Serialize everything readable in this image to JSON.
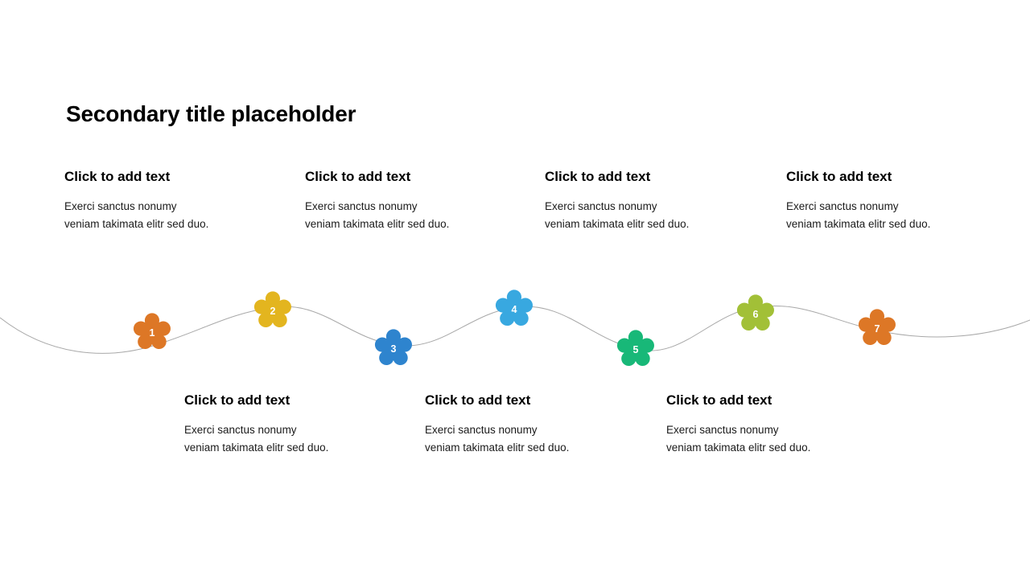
{
  "slide": {
    "title": "Secondary title placeholder",
    "background_color": "#ffffff",
    "title_color": "#000000"
  },
  "wave": {
    "line_color": "#a8a8a8",
    "line_width": 1
  },
  "top_blocks": [
    {
      "heading": "Click to add text",
      "body": "Exerci sanctus nonumy\nveniam takimata elitr sed duo."
    },
    {
      "heading": "Click to add text",
      "body": "Exerci sanctus nonumy\nveniam takimata elitr sed duo."
    },
    {
      "heading": "Click to add text",
      "body": "Exerci sanctus nonumy\nveniam takimata elitr sed duo."
    },
    {
      "heading": "Click to add text",
      "body": "Exerci sanctus nonumy\nveniam takimata elitr sed duo."
    }
  ],
  "bottom_blocks": [
    {
      "heading": "Click to add text",
      "body": "Exerci sanctus nonumy\nveniam takimata elitr sed duo."
    },
    {
      "heading": "Click to add text",
      "body": "Exerci sanctus nonumy\nveniam takimata elitr sed duo."
    },
    {
      "heading": "Click to add text",
      "body": "Exerci sanctus nonumy\nveniam takimata elitr sed duo."
    }
  ],
  "markers": [
    {
      "number": "1",
      "color": "#dd7726",
      "icon": "flower-icon"
    },
    {
      "number": "2",
      "color": "#e3b51f",
      "icon": "flower-icon"
    },
    {
      "number": "3",
      "color": "#2e84ce",
      "icon": "flower-icon"
    },
    {
      "number": "4",
      "color": "#38a8e0",
      "icon": "flower-icon"
    },
    {
      "number": "5",
      "color": "#18b878",
      "icon": "flower-icon"
    },
    {
      "number": "6",
      "color": "#a2c037",
      "icon": "flower-icon"
    },
    {
      "number": "7",
      "color": "#dd7726",
      "icon": "flower-icon"
    }
  ]
}
